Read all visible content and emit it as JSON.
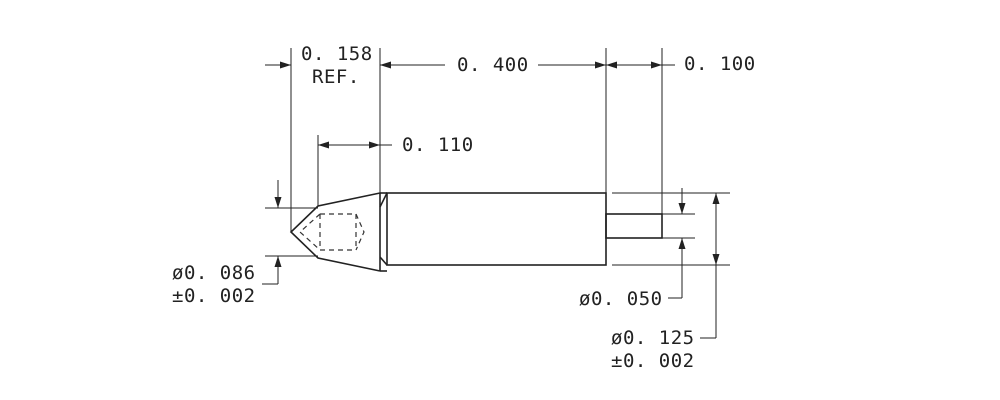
{
  "dimensions": {
    "ref_length": "0. 158",
    "ref_label": "REF.",
    "body_length": "0. 400",
    "tail_length": "0. 100",
    "chamfer_length": "0. 110",
    "tip_diameter": "ø0. 086",
    "tip_tolerance": "±0. 002",
    "tail_diameter": "ø0. 050",
    "body_diameter": "ø0. 125",
    "body_tolerance": "±0. 002"
  }
}
